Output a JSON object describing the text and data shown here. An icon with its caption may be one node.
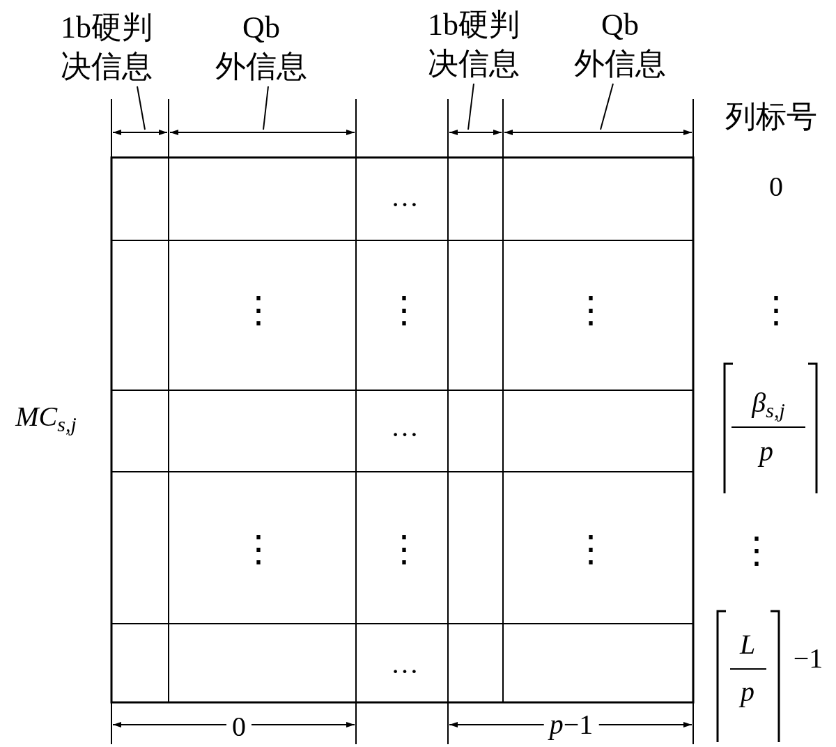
{
  "diagram": {
    "nodes": [
      {
        "text": [
          "1b硬判决信息"
        ]
      },
      {
        "text": [
          "Qb外信息"
        ]
      },
      {
        "text": [
          "1b硬判决信息"
        ]
      },
      {
        "text": [
          "Qb外信息"
        ]
      }
    ],
    "edges": [
      {
        "from": 0,
        "to": null,
        "arrow": "none"
      },
      {
        "from": 1,
        "to": null,
        "arrow": "none"
      },
      {
        "from": 2,
        "to": null,
        "arrow": "none"
      },
      {
        "from": 3,
        "to": null,
        "arrow": "none"
      }
    ],
    "labels": [
      "列标号",
      "…",
      "0",
      "⋮",
      "⋮",
      "⋮",
      "⋮",
      "MC$_{s,j}$",
      "…",
      "β$_{s,j}$",
      "p",
      "⋮",
      "⋮",
      "⋮",
      "⋮",
      "…",
      "L",
      "p",
      "−1",
      "0",
      "*p*−1"
    ]
  }
}
